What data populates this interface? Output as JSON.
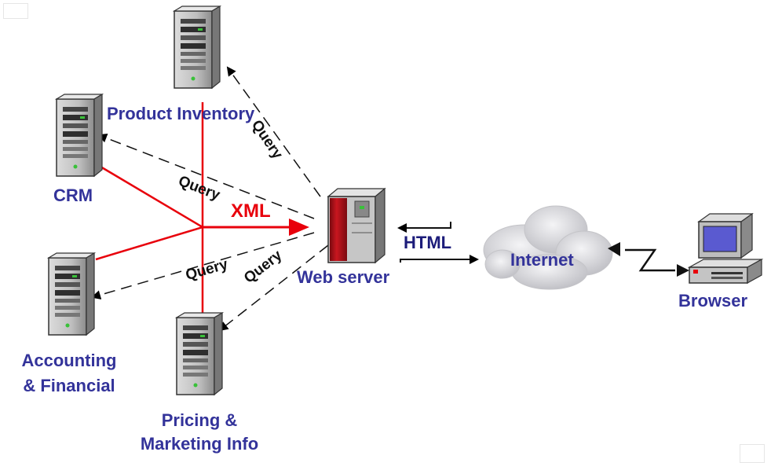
{
  "nodes": {
    "product_inventory": "Product Inventory",
    "crm": "CRM",
    "accounting_line1": "Accounting",
    "accounting_line2": "& Financial",
    "pricing_line1": "Pricing &",
    "pricing_line2": "Marketing Info",
    "web_server": "Web server",
    "internet": "Internet",
    "browser": "Browser"
  },
  "edges": {
    "query_label": "Query",
    "xml_label": "XML",
    "html_label": "HTML"
  },
  "colors": {
    "label_blue": "#33339a",
    "xml_red": "#e8000b",
    "server_red": "#b0101a",
    "cloud_grey": "#d4d4d8"
  },
  "icons": [
    "server-tower-icon",
    "web-server-icon",
    "cloud-icon",
    "desktop-computer-icon"
  ]
}
